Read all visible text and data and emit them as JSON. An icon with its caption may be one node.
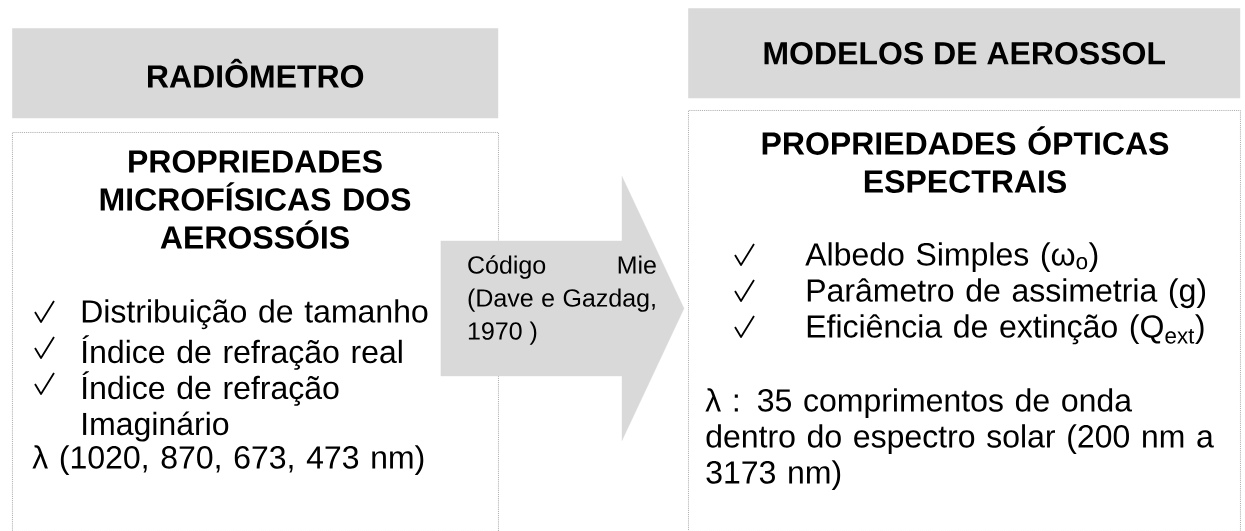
{
  "diagram": {
    "nodes": [
      {
        "text": [
          "RADIÔMETRO"
        ]
      },
      {
        "text": [
          "PROPRIEDADES MICROFÍSICAS DOS AEROSSÓIS",
          "Distribuição de tamanho",
          "Índice de refração real",
          "Índice de refração Imaginário",
          "λ (1020, 870, 673, 473 nm)"
        ]
      },
      {
        "text": [
          "MODELOS DE AEROSSOL"
        ]
      },
      {
        "text": [
          "PROPRIEDADES ÓPTICAS ESPECTRAIS",
          "Albedo Simples (ω$_{o}$)",
          "Parâmetro de assimetria (g)",
          "Eficiência de extinção (Q$_{ext}$)",
          "λ : 35 comprimentos de onda dentro do espectro solar (200 nm a 3173 nm)"
        ]
      }
    ],
    "edges": [
      {
        "from": 1,
        "to": 3,
        "arrow": "to",
        "label": "Código Mie (Dave e Gazdag, 1970 )"
      }
    ]
  }
}
